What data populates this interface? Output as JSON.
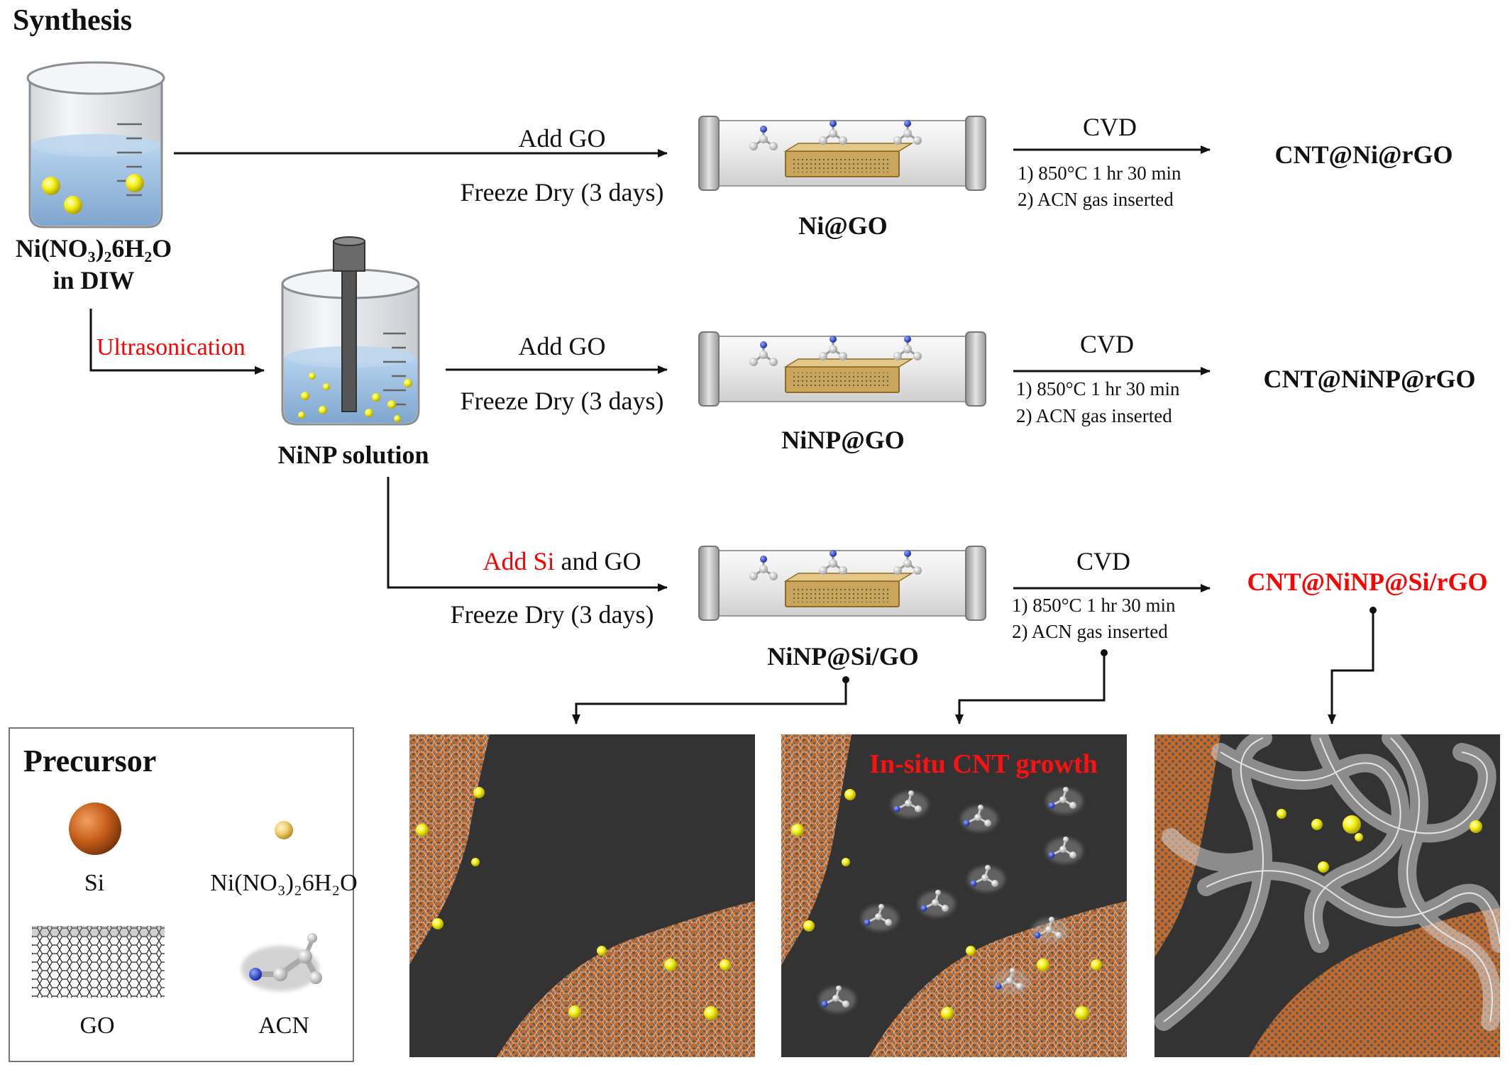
{
  "section_synthesis": "Synthesis",
  "section_precursor": "Precursor",
  "colors": {
    "accent_red": "#ff0000",
    "line": "#111111",
    "liquid": "#9cc0e0",
    "particle": "#f6f21a",
    "tube_metal": "#b9b9b9",
    "boat": "#d2b26d",
    "panel_bg": "#333333",
    "si_orange": "#c86a26"
  },
  "start": {
    "line1": "Ni(NO₃)₂6H₂O",
    "line2": "in DIW"
  },
  "ultrasonication": "Ultrasonication",
  "ninp_solution": "NiNP solution",
  "rows": [
    {
      "step_top": "Add GO",
      "step_bottom": "Freeze Dry (3 days)",
      "intermediate": "Ni@GO",
      "cvd_label": "CVD",
      "cvd_cond1": "1) 850°C 1 hr 30 min",
      "cvd_cond2": "2) ACN gas inserted",
      "product": "CNT@Ni@rGO"
    },
    {
      "step_top": "Add GO",
      "step_bottom": "Freeze Dry (3 days)",
      "intermediate": "NiNP@GO",
      "cvd_label": "CVD",
      "cvd_cond1": "1) 850°C 1 hr 30 min",
      "cvd_cond2": "2) ACN gas inserted",
      "product": "CNT@NiNP@rGO"
    },
    {
      "step_top_red": "Add Si",
      "step_top_rest": " and GO",
      "step_bottom": "Freeze Dry (3 days)",
      "intermediate": "NiNP@Si/GO",
      "cvd_label": "CVD",
      "cvd_cond1": "1) 850°C 1 hr 30 min",
      "cvd_cond2": "2) ACN gas inserted",
      "product": "CNT@NiNP@Si/rGO"
    }
  ],
  "panel2_label": "In-situ CNT growth",
  "legend": [
    "Si",
    "Ni(NO₃)₂6H₂O",
    "GO",
    "ACN"
  ]
}
